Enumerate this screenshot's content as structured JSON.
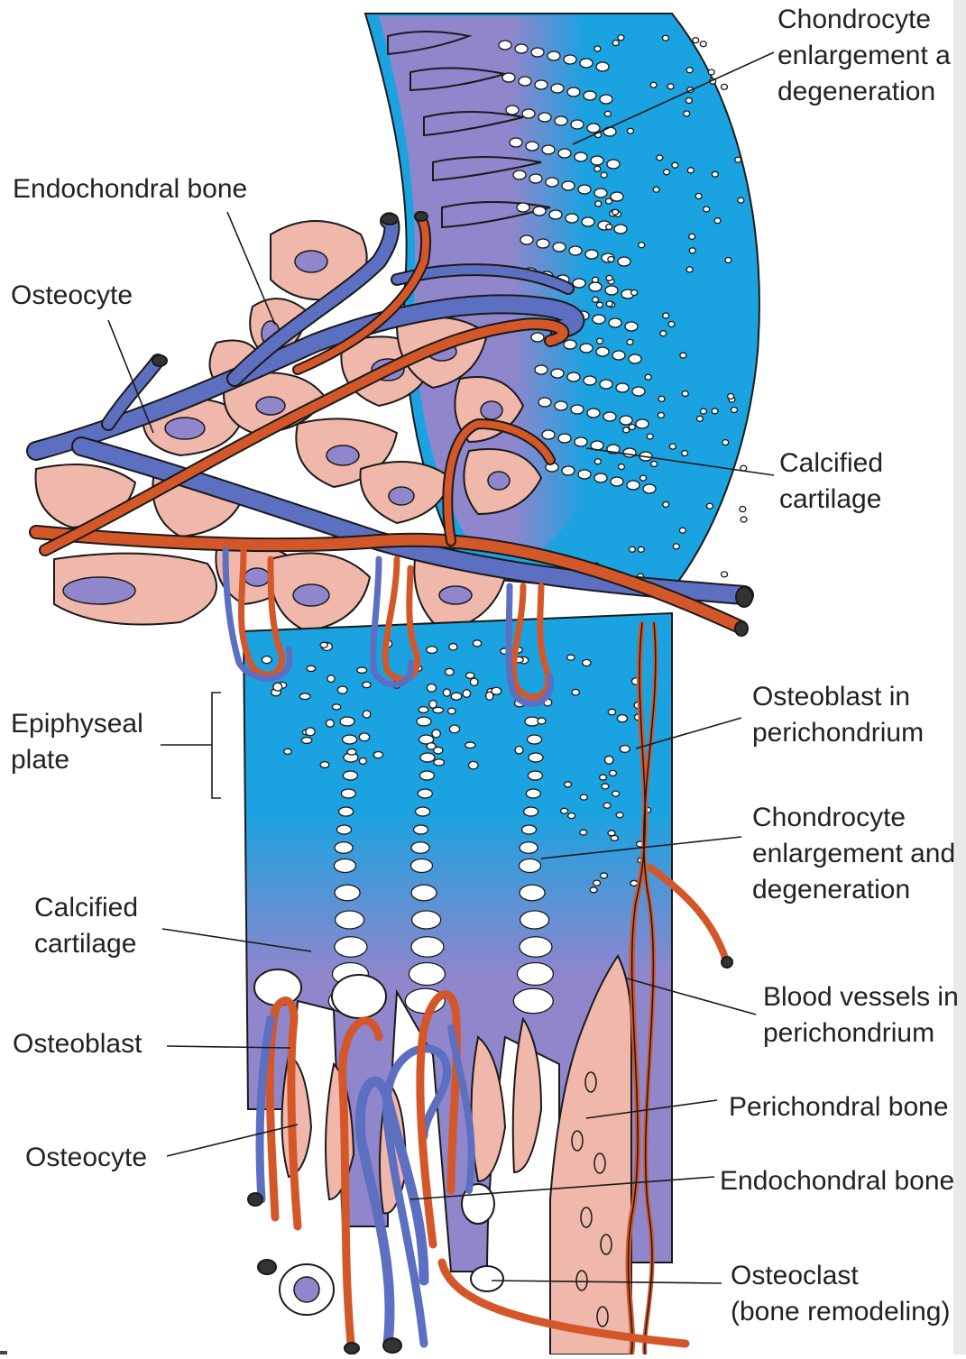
{
  "labels": {
    "top_chondrocyte": [
      "Chondrocyte",
      "enlargement a",
      "degeneration"
    ],
    "endochondral_bone_top": "Endochondral bone",
    "osteocyte_top": "Osteocyte",
    "calcified_cartilage_right": [
      "Calcified",
      "cartilage"
    ],
    "epiphyseal_plate": [
      "Epiphyseal",
      "plate"
    ],
    "osteoblast_perichondrium": [
      "Osteoblast in",
      "perichondrium"
    ],
    "chondrocyte_right": [
      "Chondrocyte",
      "enlargement and",
      "degeneration"
    ],
    "calcified_cartilage_left": [
      "Calcified",
      "cartilage"
    ],
    "blood_vessels_perichondrium": [
      "Blood vessels in",
      "perichondrium"
    ],
    "osteoblast": "Osteoblast",
    "perichondral_bone": "Perichondral bone",
    "osteocyte_bottom": "Osteocyte",
    "endochondral_bone_bottom": "Endochondral bone",
    "osteoclast": [
      "Osteoclast",
      "(bone remodeling)"
    ]
  },
  "colors": {
    "cartilage_blue": "#1aa3e0",
    "calcified_purple": "#8f86cc",
    "bone_pink": "#f0b7ab",
    "artery_red": "#d4572a",
    "vein_blue": "#5c6fc0",
    "outline": "#1a1a1a"
  }
}
